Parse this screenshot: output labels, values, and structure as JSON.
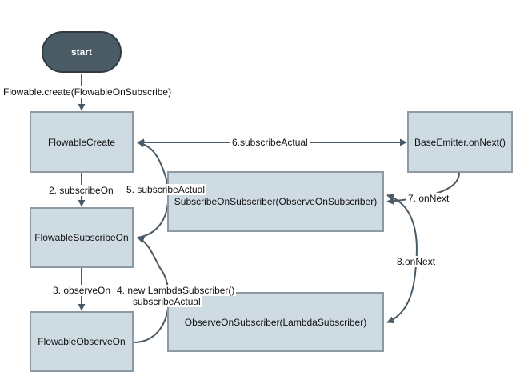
{
  "diagram": {
    "start": "start",
    "nodes": {
      "flowable_create": "FlowableCreate",
      "flowable_subscribe_on": "FlowableSubscribeOn",
      "flowable_observe_on": "FlowableObserveOn",
      "base_emitter": "BaseEmitter.onNext()",
      "subscribe_on_subscriber": "SubscribeOnSubscriber(ObserveOnSubscriber)",
      "observe_on_subscriber": "ObserveOnSubscriber(LambdaSubscriber)"
    },
    "edges": {
      "create": "Flowable.create(FlowableOnSubscribe)",
      "subscribe_on": "2. subscribeOn",
      "observe_on": "3. observeOn",
      "new_lambda": "4. new LambdaSubscriber()",
      "subscribe_actual_4": "subscribeActual",
      "subscribe_actual_5": "5. subscribeActual",
      "subscribe_actual_6": "6.subscribeActual",
      "on_next_7": "7. onNext",
      "on_next_8": "8.onNext"
    }
  }
}
